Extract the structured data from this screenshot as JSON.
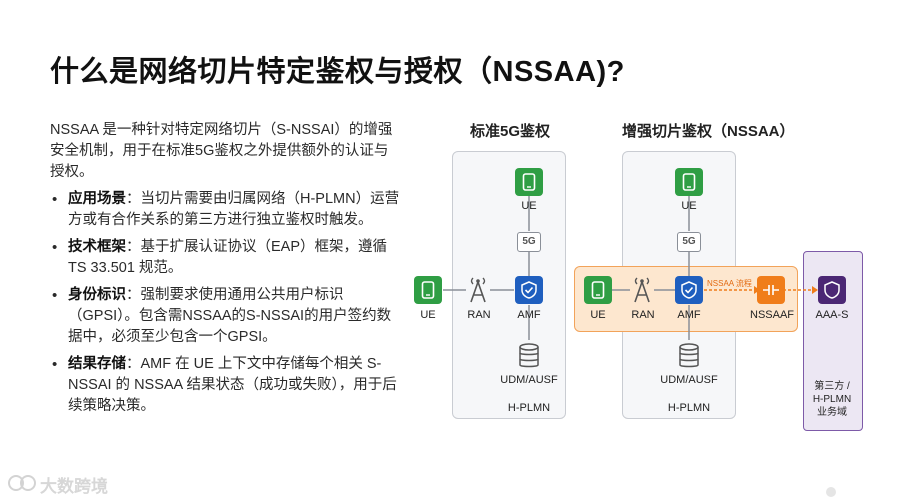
{
  "title": "什么是网络切片特定鉴权与授权（NSSAA)?",
  "intro": "NSSAA 是一种针对特定网络切片（S-NSSAI）的增强安全机制，用于在标准5G鉴权之外提供额外的认证与授权。",
  "bullets": [
    {
      "label": "应用场景",
      "text": "：当切片需要由归属网络（H-PLMN）运营方或有合作关系的第三方进行独立鉴权时触发。"
    },
    {
      "label": "技术框架",
      "text": "：基于扩展认证协议（EAP）框架，遵循 TS 33.501 规范。"
    },
    {
      "label": "身份标识",
      "text": "：强制要求使用通用公共用户标识（GPSI）。包含需NSSAA的S-NSSAI的用户签约数据中，必须至少包含一个GPSI。"
    },
    {
      "label": "结果存储",
      "text": "：AMF 在 UE 上下文中存储每个相关 S-NSSAI 的 NSSAA 结果状态（成功或失败），用于后续策略决策。"
    }
  ],
  "diagram": {
    "standard": {
      "title": "标准5G鉴权",
      "ue_top": "UE",
      "tag_5g": "5G",
      "ue_left": "UE",
      "ran": "RAN",
      "amf": "AMF",
      "udm": "UDM/AUSF",
      "hplmn": "H-PLMN"
    },
    "enhanced": {
      "title": "增强切片鉴权（NSSAA）",
      "ue_top": "UE",
      "tag_5g": "5G",
      "ue_left": "UE",
      "ran": "RAN",
      "amf": "AMF",
      "nssaaf": "NSSAAF",
      "flow_label": "NSSAA 流程",
      "udm": "UDM/AUSF",
      "hplmn": "H-PLMN",
      "aaa": "AAA-S",
      "third_party": [
        "第三方 /",
        "H-PLMN",
        "业务域"
      ]
    }
  },
  "watermark": "大数跨境",
  "colors": {
    "green": "#2f9e44",
    "blue": "#1f5fbf",
    "orange": "#f07d1a",
    "purple": "#4b2774"
  }
}
